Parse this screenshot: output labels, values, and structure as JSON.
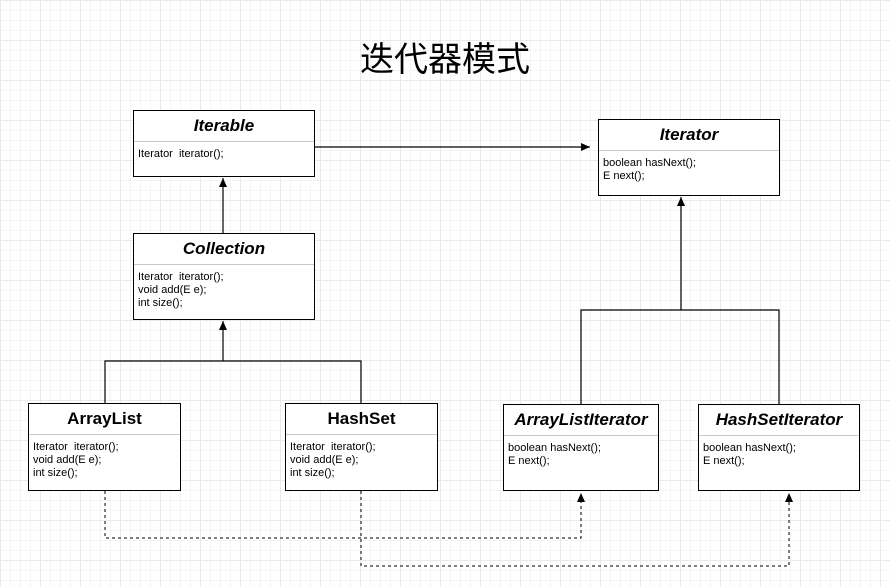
{
  "title": "迭代器模式",
  "classes": {
    "iterable": {
      "name": "Iterable",
      "members": [
        "Iterator  iterator();"
      ]
    },
    "iterator": {
      "name": "Iterator",
      "members": [
        "boolean hasNext();",
        "E next();"
      ]
    },
    "collection": {
      "name": "Collection",
      "members": [
        "Iterator  iterator();",
        "void add(E e);",
        "int size();"
      ]
    },
    "arraylist": {
      "name": "ArrayList",
      "members": [
        "Iterator  iterator();",
        "void add(E e);",
        "int size();"
      ]
    },
    "hashset": {
      "name": "HashSet",
      "members": [
        "Iterator  iterator();",
        "void add(E e);",
        "int size();"
      ]
    },
    "arraylistiterator": {
      "name": "ArrayListIterator",
      "members": [
        "boolean hasNext();",
        "E next();"
      ]
    },
    "hashsetiterator": {
      "name": "HashSetIterator",
      "members": [
        "boolean hasNext();",
        "E next();"
      ]
    }
  }
}
